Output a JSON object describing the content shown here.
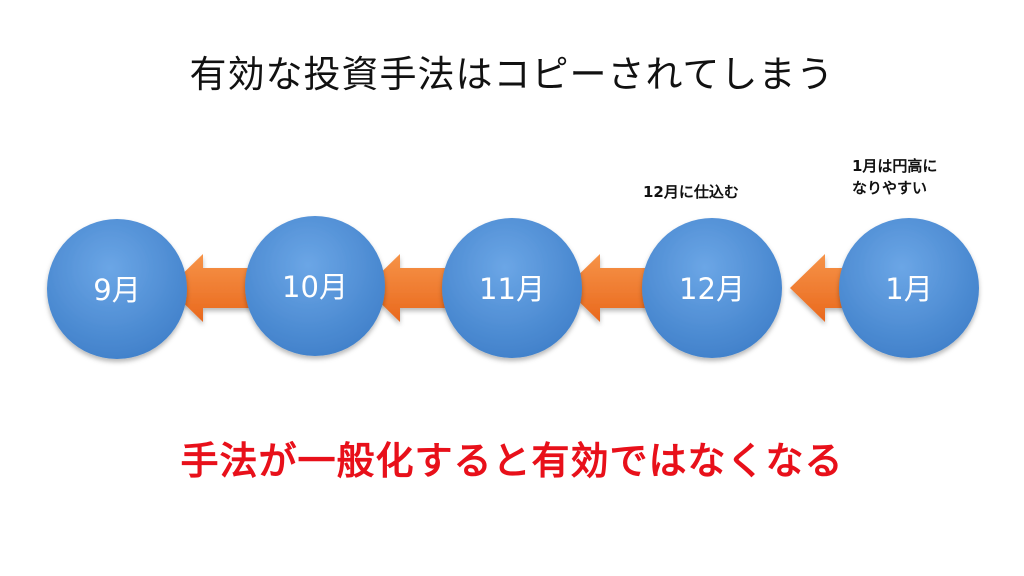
{
  "title": "有効な投資手法はコピーされてしまう",
  "months": [
    {
      "label": "9月"
    },
    {
      "label": "10月"
    },
    {
      "label": "11月"
    },
    {
      "label": "12月"
    },
    {
      "label": "1月"
    }
  ],
  "notes": {
    "december": "12月に仕込む",
    "january_line1": "1月は円高に",
    "january_line2": "なりやすい"
  },
  "conclusion": "手法が一般化すると有効ではなくなる",
  "colors": {
    "circle": "#4f8fd6",
    "arrow": "#f07a2c",
    "conclusion": "#e8101a"
  }
}
